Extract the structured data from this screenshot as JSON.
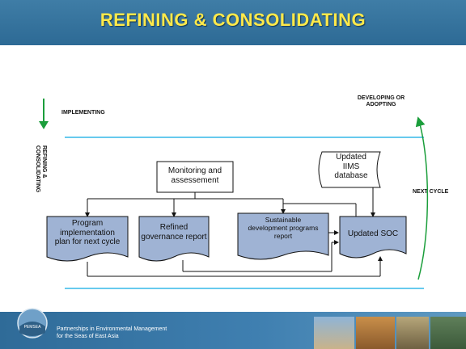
{
  "title": "REFINING & CONSOLIDATING",
  "labels": {
    "implementing": "IMPLEMENTING",
    "developing_line1": "DEVELOPING OR",
    "developing_line2": "ADOPTING",
    "refining_line1": "REFINING &",
    "refining_line2": "CONSOLIDATING",
    "next_cycle": "NEXT CYCLE"
  },
  "boxes": {
    "monitoring": [
      "Monitoring and",
      "assessement"
    ],
    "iims": [
      "Updated",
      "IIMS",
      "database"
    ],
    "program_plan": [
      "Program",
      "implementation",
      "plan for next cycle"
    ],
    "governance": [
      "Refined",
      "governance report"
    ],
    "sustainable": [
      "Sustainable",
      "development programs",
      "report"
    ],
    "soc": [
      "Updated SOC"
    ]
  },
  "footer": {
    "line1": "Partnerships in Environmental Management",
    "line2": "for the Seas of East Asia",
    "logo_text": "PEMSEA"
  },
  "colors": {
    "title_bar": "#2d6a95",
    "title_text": "#ffe94a",
    "doc_fill": "#9fb3d4",
    "cyan_line": "#35b8e8",
    "green_arrow": "#1b9e3b"
  }
}
